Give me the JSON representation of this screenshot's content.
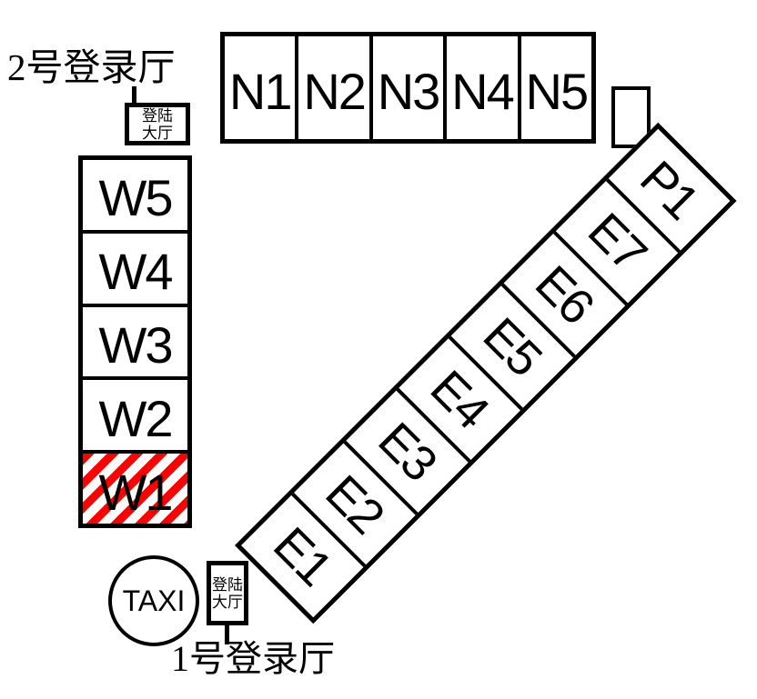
{
  "figure": {
    "background": "#ffffff",
    "line_color": "#000000",
    "highlight_color": "#ff0000"
  },
  "north_halls": {
    "labels": [
      "N1",
      "N2",
      "N3",
      "N4",
      "N5"
    ]
  },
  "west_halls": {
    "labels": [
      "W5",
      "W4",
      "W3",
      "W2",
      "W1"
    ],
    "highlighted_hall": "W1"
  },
  "east_halls": {
    "labels": [
      "E1",
      "E2",
      "E3",
      "E4",
      "E5",
      "E6",
      "E7",
      "P1"
    ]
  },
  "entrance_2": {
    "title": "2号登录厅",
    "box_label": "登陆\n大厅"
  },
  "entrance_1": {
    "title": "1号登录厅",
    "box_label": "登陆\n大厅"
  },
  "taxi": {
    "label": "TAXI"
  }
}
